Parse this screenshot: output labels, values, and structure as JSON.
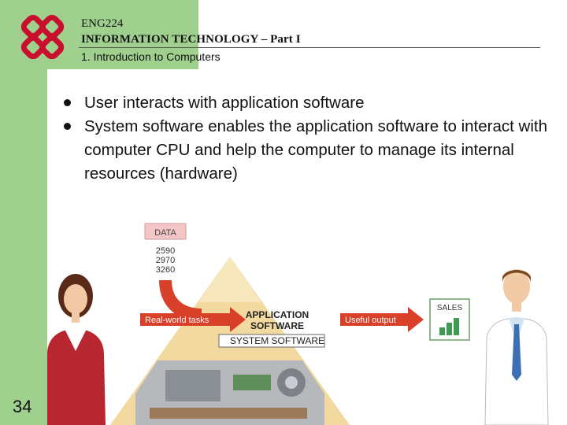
{
  "header": {
    "course_code": "ENG224",
    "course_title": "INFORMATION TECHNOLOGY – Part I",
    "subtitle": "1. Introduction to Computers"
  },
  "bullets": [
    "User interacts with application software",
    "System software enables the application software to interact with computer CPU and help the computer to manage its internal resources (hardware)"
  ],
  "illustration": {
    "data_label": "DATA",
    "data_values": [
      "2590",
      "2970",
      "3260"
    ],
    "input_arrow_label": "Real-world tasks",
    "output_arrow_label": "Useful output",
    "application_label_line1": "APPLICATION",
    "application_label_line2": "SOFTWARE",
    "system_label": "SYSTEM SOFTWARE",
    "sales_label": "SALES"
  },
  "page_number": "34",
  "colors": {
    "band_green": "#9fd08e",
    "logo_red": "#c8102e",
    "arrow_red": "#d8402a",
    "pyramid_yellow": "#f1d9a0"
  }
}
